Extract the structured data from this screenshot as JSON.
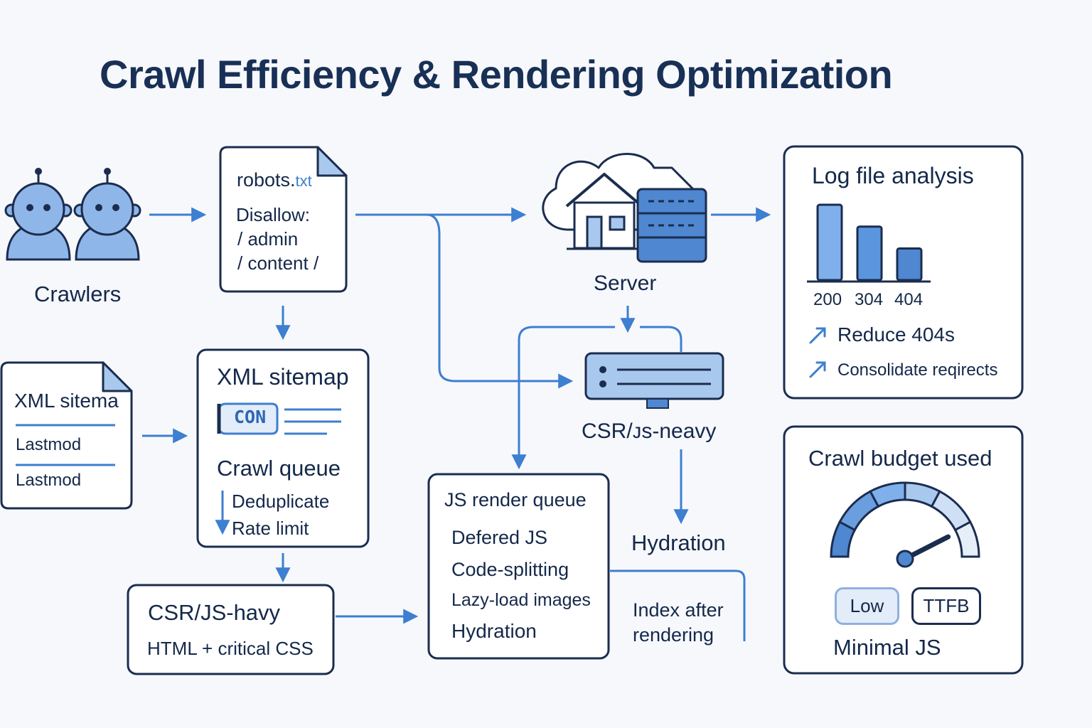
{
  "title": "Crawl Efficiency & Rendering Optimization",
  "colors": {
    "accent": "#3d7fd0",
    "box_stroke": "#1b2d4f",
    "fill_light": "#a9c8ee",
    "fill_mid": "#6a9ede",
    "background": "#f7f8fc"
  },
  "crawlers": {
    "label": "Crawlers",
    "icon": "robot-icon"
  },
  "robots": {
    "filename_main": "robots.",
    "filename_ext": "txt",
    "lines": [
      "Disallow:",
      "/ admin",
      "/ content /"
    ]
  },
  "xml_sitemap_left": {
    "title": "XML sitema",
    "rows": [
      "Lastmod",
      "Lastmod"
    ]
  },
  "sitemap_box": {
    "title": "XML sitemap",
    "tag": "CON",
    "queue_title": "Crawl queue",
    "items": [
      "Deduplicate",
      "Rate limit"
    ]
  },
  "csr_box": {
    "title": "CSR/JS-havy",
    "subtitle": "HTML + critical CSS"
  },
  "server": {
    "label": "Server"
  },
  "csr_server": {
    "label": "CSR/ᴊs-neavy"
  },
  "js_queue": {
    "title": "JS render queue",
    "items": [
      "Defered JS",
      "Code-splitting",
      "Lazy-load images",
      "Hydration"
    ]
  },
  "hydration": {
    "label": "Hydration",
    "note": [
      "Index after",
      "rendering"
    ]
  },
  "log_analysis": {
    "title": "Log file analysis",
    "actions": [
      "Reduce 404s",
      "Consolidate reqirects"
    ]
  },
  "chart_data": {
    "type": "bar",
    "categories": [
      "200",
      "304",
      "404"
    ],
    "values": [
      100,
      71,
      42
    ],
    "title": "",
    "xlabel": "",
    "ylabel": "",
    "ylim": [
      0,
      100
    ]
  },
  "crawl_budget": {
    "title": "Crawl budget used",
    "gauge_level": 0.85,
    "badges": [
      "Low",
      "TTFB"
    ],
    "footer": "Minimal JS"
  }
}
